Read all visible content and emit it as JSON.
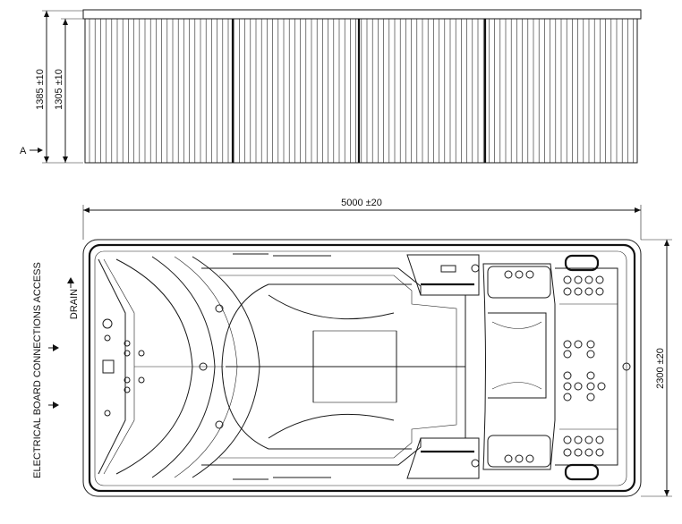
{
  "top_view": {
    "height_outer": "1385 ±10",
    "height_inner": "1305 ±10",
    "section_marker": "A"
  },
  "plan_view": {
    "length": "5000 ±20",
    "width": "2300 ±20",
    "drain_label": "DRAIN",
    "electrical_label": "ELECTRICAL BOARD CONNECTIONS ACCESS"
  },
  "colors": {
    "line": "#1a1a1a",
    "background": "#ffffff"
  }
}
